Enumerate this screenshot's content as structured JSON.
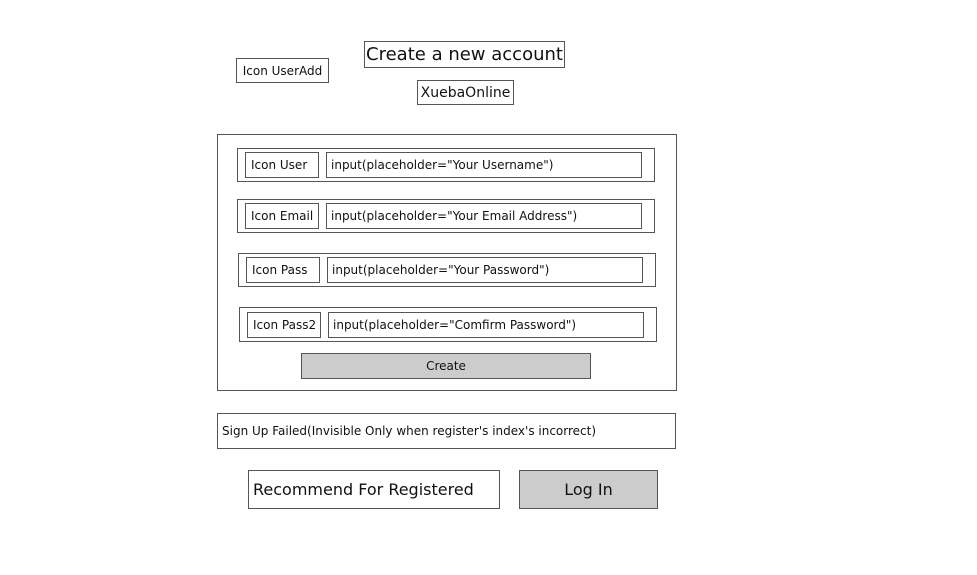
{
  "header": {
    "title": "Create a new account",
    "app_name": "XuebaOnline",
    "useradd_icon_label": "Icon UserAdd"
  },
  "form": {
    "fields": [
      {
        "icon_label": "Icon User",
        "input_label": "input(placeholder=\"Your Username\")"
      },
      {
        "icon_label": "Icon Email",
        "input_label": "input(placeholder=\"Your Email Address\")"
      },
      {
        "icon_label": "Icon Pass",
        "input_label": "input(placeholder=\"Your Password\")"
      },
      {
        "icon_label": "Icon Pass2",
        "input_label": "input(placeholder=\"Comfirm Password\")"
      }
    ],
    "create_label": "Create"
  },
  "status": {
    "failed_message": "Sign Up Failed(Invisible Only when register's index's incorrect)"
  },
  "footer": {
    "recommend_label": "Recommend For Registered",
    "login_label": "Log In"
  }
}
